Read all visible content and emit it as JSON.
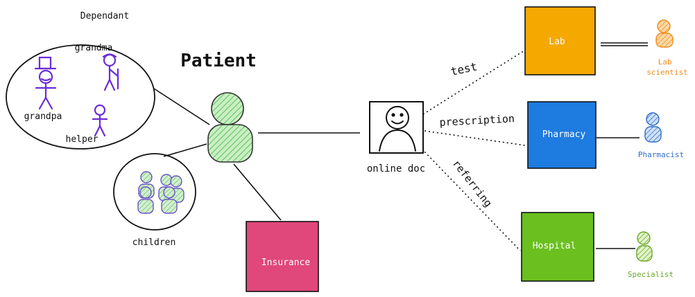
{
  "title": "Patient",
  "dependant": {
    "group_label": "Dependant",
    "members": [
      "grandma",
      "grandpa",
      "helper"
    ]
  },
  "children_label": "children",
  "doctor_label": "online doc",
  "edges": {
    "test": "test",
    "prescription": "prescription",
    "referring": "referring"
  },
  "services": {
    "lab": "Lab",
    "pharmacy": "Pharmacy",
    "hospital": "Hospital",
    "insurance": "Insurance"
  },
  "staff": {
    "lab": "Lab\nscientist",
    "pharmacy": "Pharmacist",
    "hospital": "Specialist"
  },
  "colors": {
    "lab": "#f5a800",
    "pharmacy": "#1e7be0",
    "hospital": "#6bbf1f",
    "insurance": "#e0477a",
    "patient_fill": "#b6e6b0",
    "dependant_stroke": "#6a2bd8",
    "lab_staff": "#f08c1a",
    "pharmacy_staff": "#2f6fc8",
    "hospital_staff": "#6aa82a"
  },
  "icons": {
    "patient": "person-icon",
    "doctor": "smiley-face-icon",
    "staff": "person-icon"
  }
}
